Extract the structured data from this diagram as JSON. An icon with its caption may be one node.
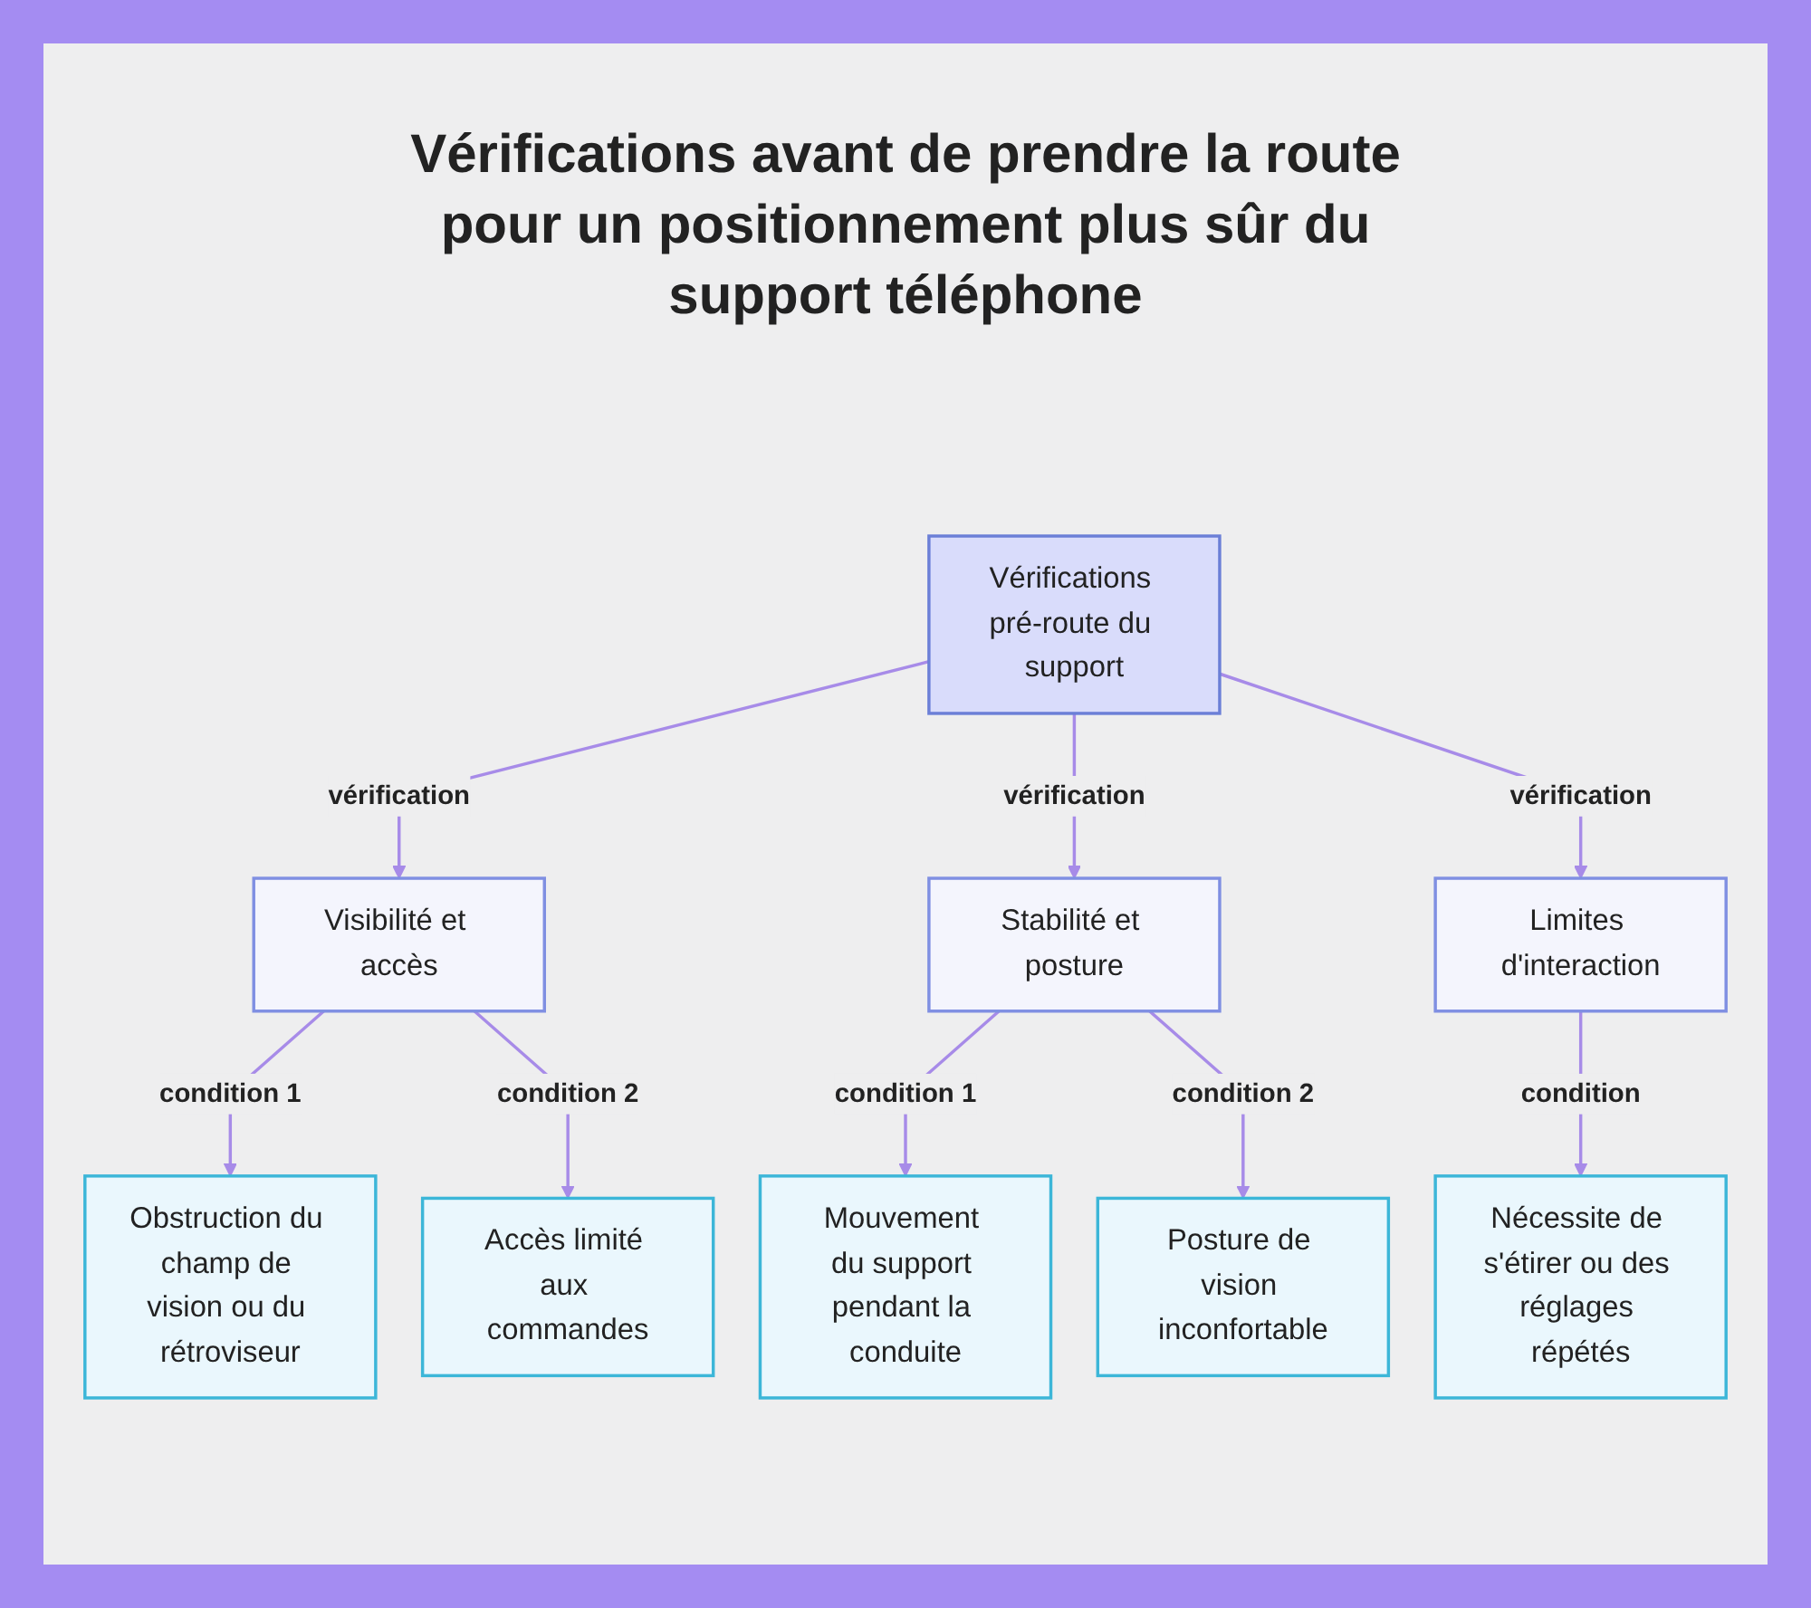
{
  "diagram": {
    "title": "Vérifications avant de prendre la route pour un positionnement plus sûr du support téléphone",
    "nodes": [
      {
        "text": [
          "Vérifications pré-route du support"
        ]
      },
      {
        "text": [
          "Visibilité et accès"
        ]
      },
      {
        "text": [
          "Stabilité et posture"
        ]
      },
      {
        "text": [
          "Limites d'interaction"
        ]
      },
      {
        "text": [
          "Obstruction du champ de vision ou du rétroviseur"
        ]
      },
      {
        "text": [
          "Accès limité aux commandes"
        ]
      },
      {
        "text": [
          "Mouvement du support pendant la conduite"
        ]
      },
      {
        "text": [
          "Posture de vision inconfortable"
        ]
      },
      {
        "text": [
          "Nécessite de s'étirer ou des réglages répétés"
        ]
      }
    ],
    "edges": [
      {
        "from": 0,
        "to": 1,
        "arrow": "to",
        "label": "vérification"
      },
      {
        "from": 0,
        "to": 2,
        "arrow": "to",
        "label": "vérification"
      },
      {
        "from": 0,
        "to": 3,
        "arrow": "to",
        "label": "vérification"
      },
      {
        "from": 1,
        "to": 4,
        "arrow": "to",
        "label": "condition 1"
      },
      {
        "from": 1,
        "to": 5,
        "arrow": "to",
        "label": "condition 2"
      },
      {
        "from": 2,
        "to": 6,
        "arrow": "to",
        "label": "condition 1"
      },
      {
        "from": 2,
        "to": 7,
        "arrow": "to",
        "label": "condition 2"
      },
      {
        "from": 3,
        "to": 8,
        "arrow": "to",
        "label": "condition"
      }
    ]
  }
}
